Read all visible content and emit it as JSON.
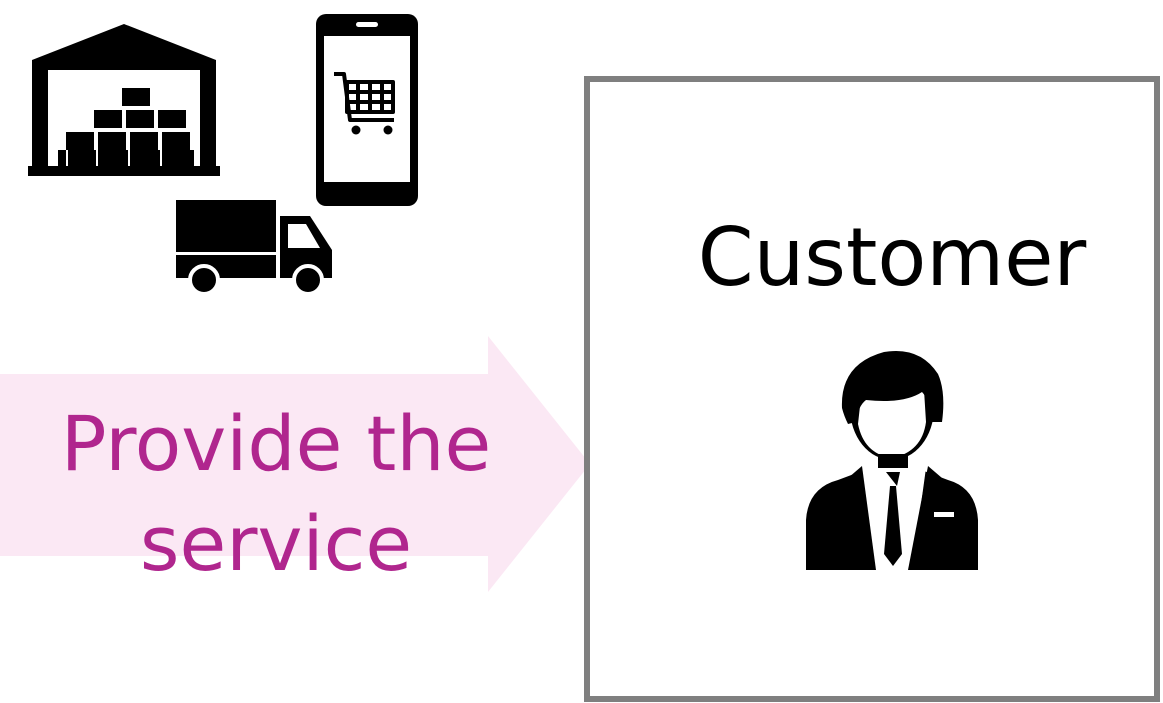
{
  "icons": {
    "warehouse": "warehouse-icon",
    "smartphone": "smartphone-cart-icon",
    "truck": "delivery-truck-icon",
    "customer": "businessman-icon"
  },
  "arrow": {
    "line1": "Provide the",
    "line2": "service",
    "fill_color": "#fbe8f4",
    "text_color": "#b0268e"
  },
  "customer": {
    "title": "Customer",
    "border_color": "#7f7f7f"
  }
}
